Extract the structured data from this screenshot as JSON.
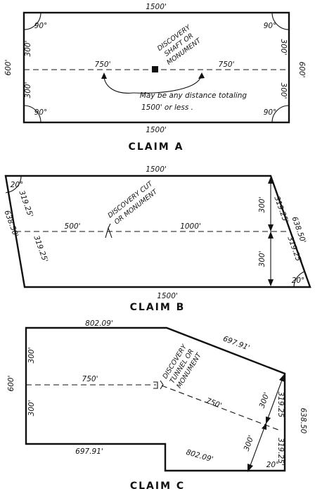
{
  "claim_a": {
    "caption": "CLAIM A",
    "top_length": "1500'",
    "bottom_length": "1500'",
    "left_width": "600'",
    "right_width": "600'",
    "half_width_left_upper": "300'",
    "half_width_left_lower": "300'",
    "half_width_right_upper": "300'",
    "half_width_right_lower": "300'",
    "angle_top_left": "90°",
    "angle_top_right": "90°",
    "angle_bottom_left": "90°",
    "angle_bottom_right": "90°",
    "centerline_left": "750'",
    "centerline_right": "750'",
    "discovery_label": [
      "DISCOVERY",
      "SHAFT OR",
      "MONUMENT"
    ],
    "note": [
      "May be any distance totaling",
      "1500' or less ."
    ]
  },
  "claim_b": {
    "caption": "CLAIM B",
    "top_length": "1500'",
    "bottom_length": "1500'",
    "angle_top_left": "20°",
    "angle_bottom_right": "20°",
    "left_side_total": "638.50'",
    "left_side_upper": "319.25'",
    "left_side_lower": "319.25'",
    "right_side_total": "638.50'",
    "right_side_upper": "319.25'",
    "right_side_lower": "319.25'",
    "perpendicular_upper": "300'",
    "perpendicular_lower": "300'",
    "centerline_left": "500'",
    "centerline_right": "1000'",
    "discovery_label": [
      "DISCOVERY CUT",
      "OR MONUMENT"
    ]
  },
  "claim_c": {
    "caption": "CLAIM C",
    "top_length": "802.09'",
    "top_slant_length": "697.91'",
    "bottom_length": "697.91'",
    "bottom_slant_length": "802.09'",
    "left_width": "600'",
    "left_upper": "300'",
    "left_lower": "300'",
    "right_side_total": "638.50",
    "right_side_upper": "319.25",
    "right_side_lower": "319.25'",
    "perpendicular_upper": "300'",
    "perpendicular_lower": "300'",
    "angle_bottom_right": "20°",
    "centerline_left": "750'",
    "centerline_right": "750'",
    "discovery_label": [
      "DISCOVERY",
      "TUNNEL OR",
      "MONUMENT"
    ]
  }
}
